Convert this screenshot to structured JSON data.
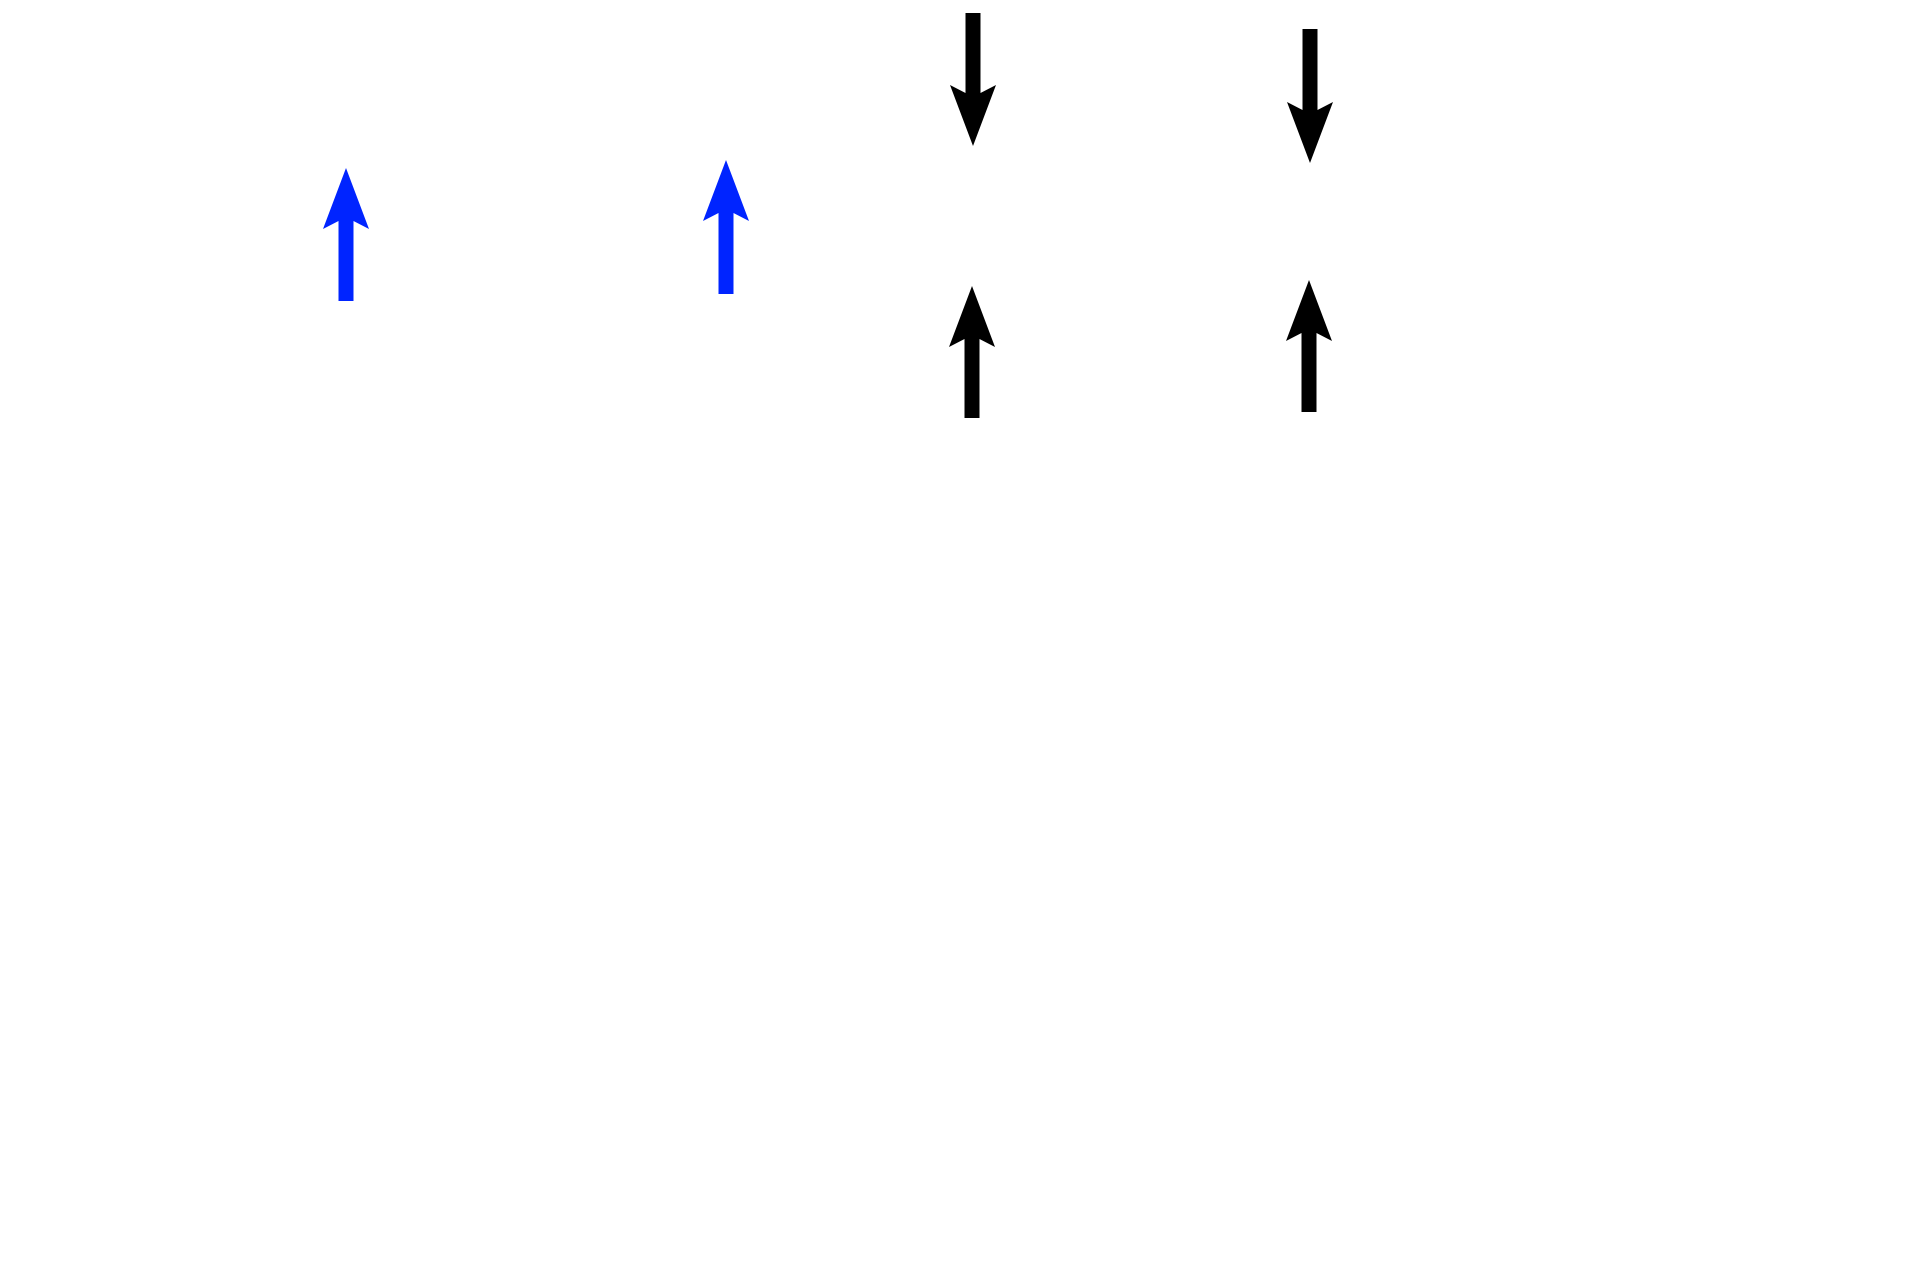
{
  "colors": {
    "blue": "#0024ff",
    "black": "#000000",
    "background": "#ffffff"
  },
  "arrows": [
    {
      "icon": "arrow-up-icon",
      "direction": "up",
      "color": "#0024ff"
    },
    {
      "icon": "arrow-up-icon",
      "direction": "up",
      "color": "#0024ff"
    },
    {
      "icon": "arrow-down-icon",
      "direction": "down",
      "color": "#000000"
    },
    {
      "icon": "arrow-down-icon",
      "direction": "down",
      "color": "#000000"
    },
    {
      "icon": "arrow-up-icon",
      "direction": "up",
      "color": "#000000"
    },
    {
      "icon": "arrow-up-icon",
      "direction": "up",
      "color": "#000000"
    }
  ]
}
